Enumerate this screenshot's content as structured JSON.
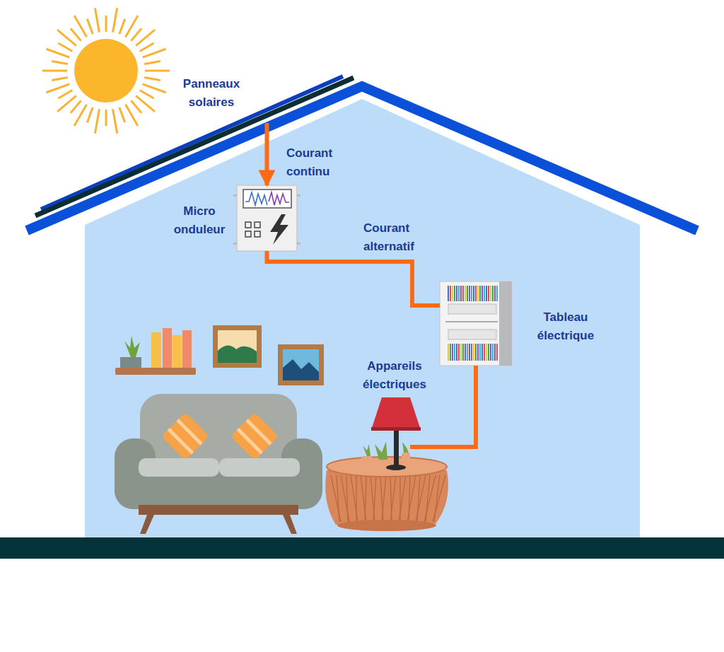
{
  "diagram": {
    "nodes": [
      {
        "text": [
          "Panneaux solaires"
        ]
      },
      {
        "text": [
          "Micro onduleur"
        ]
      },
      {
        "text": [
          "Tableau électrique"
        ]
      },
      {
        "text": [
          "Appareils électriques"
        ]
      }
    ],
    "edges": [
      {
        "from": 0,
        "to": 1,
        "label": "Courant continu",
        "arrow": "to"
      },
      {
        "from": 1,
        "to": 2,
        "label": "Courant alternatif",
        "arrow": "none"
      },
      {
        "from": 2,
        "to": 3,
        "arrow": "none"
      }
    ]
  }
}
